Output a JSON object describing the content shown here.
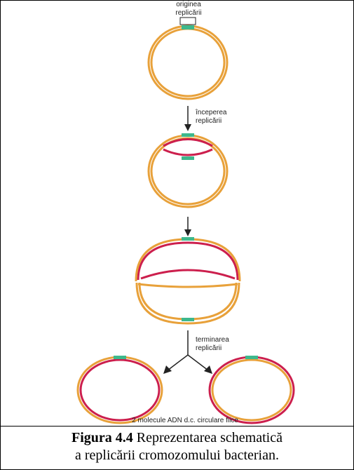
{
  "diagram": {
    "label_origin_line1": "originea",
    "label_origin_line2": "replicării",
    "label_start_line1": "începerea",
    "label_start_line2": "replicării",
    "label_end_line1": "terminarea",
    "label_end_line2": "replicării",
    "label_result": "2 molecule ADN d.c. circulare fiice"
  },
  "caption": {
    "prefix": "Figura 4.4",
    "line1_rest": " Reprezentarea schematică",
    "line2": "a replicării cromozomului bacterian."
  },
  "colors": {
    "parent_strand": "#e8a13a",
    "new_strand": "#cc1f4d",
    "origin_marker": "#3db88c"
  }
}
